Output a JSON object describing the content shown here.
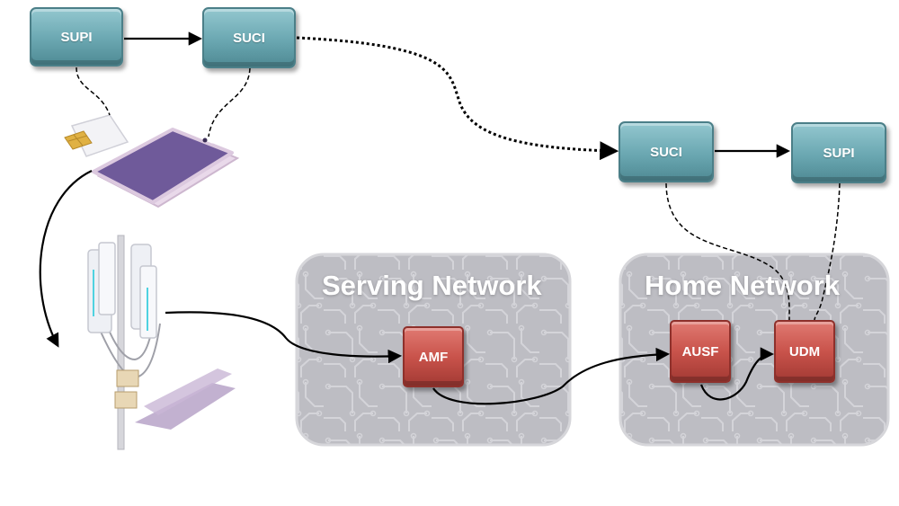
{
  "keys": {
    "supi_top": "SUPI",
    "suci_top": "SUCI",
    "suci_right": "SUCI",
    "supi_right": "SUPI"
  },
  "networks": {
    "serving": "Serving Network",
    "home": "Home Network"
  },
  "functions": {
    "amf": "AMF",
    "ausf": "AUSF",
    "udm": "UDM"
  },
  "colors": {
    "key_fill": "#6aa7b1",
    "function_fill": "#c9534b",
    "network_panel": "#bdbdc3",
    "phone_screen": "#6f5a9a"
  },
  "icons": {
    "sim": "sim-card-icon",
    "phone": "smartphone-icon",
    "tower": "cell-tower-icon"
  }
}
